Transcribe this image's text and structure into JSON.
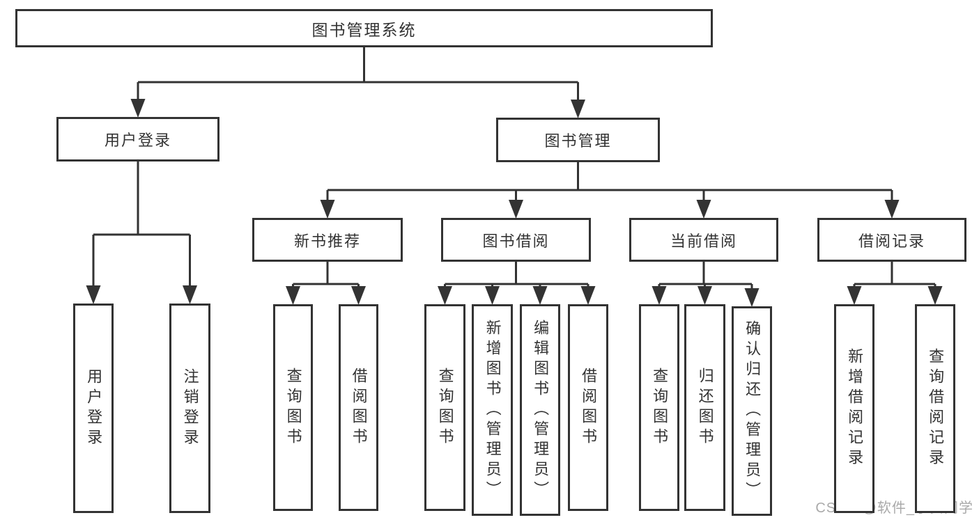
{
  "diagram": {
    "type": "tree",
    "nodes": [
      {
        "id": "root",
        "label": "图书管理系统",
        "parent": null
      },
      {
        "id": "user-login",
        "label": "用户登录",
        "parent": "root"
      },
      {
        "id": "book-mgmt",
        "label": "图书管理",
        "parent": "root"
      },
      {
        "id": "login",
        "label": "用户登录",
        "parent": "user-login"
      },
      {
        "id": "logout",
        "label": "注销登录",
        "parent": "user-login"
      },
      {
        "id": "new-book-rec",
        "label": "新书推荐",
        "parent": "book-mgmt"
      },
      {
        "id": "book-borrow",
        "label": "图书借阅",
        "parent": "book-mgmt"
      },
      {
        "id": "current-borrow",
        "label": "当前借阅",
        "parent": "book-mgmt"
      },
      {
        "id": "borrow-records",
        "label": "借阅记录",
        "parent": "book-mgmt"
      },
      {
        "id": "nbr-query",
        "label": "查询图书",
        "parent": "new-book-rec"
      },
      {
        "id": "nbr-borrow",
        "label": "借阅图书",
        "parent": "new-book-rec"
      },
      {
        "id": "bb-query",
        "label": "查询图书",
        "parent": "book-borrow"
      },
      {
        "id": "bb-add",
        "label": "新增图书（管理员）",
        "parent": "book-borrow"
      },
      {
        "id": "bb-edit",
        "label": "编辑图书（管理员）",
        "parent": "book-borrow"
      },
      {
        "id": "bb-borrow",
        "label": "借阅图书",
        "parent": "book-borrow"
      },
      {
        "id": "cb-query",
        "label": "查询图书",
        "parent": "current-borrow"
      },
      {
        "id": "cb-return",
        "label": "归还图书",
        "parent": "current-borrow"
      },
      {
        "id": "cb-confirm",
        "label": "确认归还（管理员）",
        "parent": "current-borrow"
      },
      {
        "id": "br-add",
        "label": "新增借阅记录",
        "parent": "borrow-records"
      },
      {
        "id": "br-query",
        "label": "查询借阅记录",
        "parent": "borrow-records"
      }
    ],
    "colors": {
      "line": "#333333",
      "text": "#333333",
      "background": "#ffffff",
      "watermark": "#aaaaaa"
    },
    "watermark": "CSDN @软件_小贺同学"
  }
}
